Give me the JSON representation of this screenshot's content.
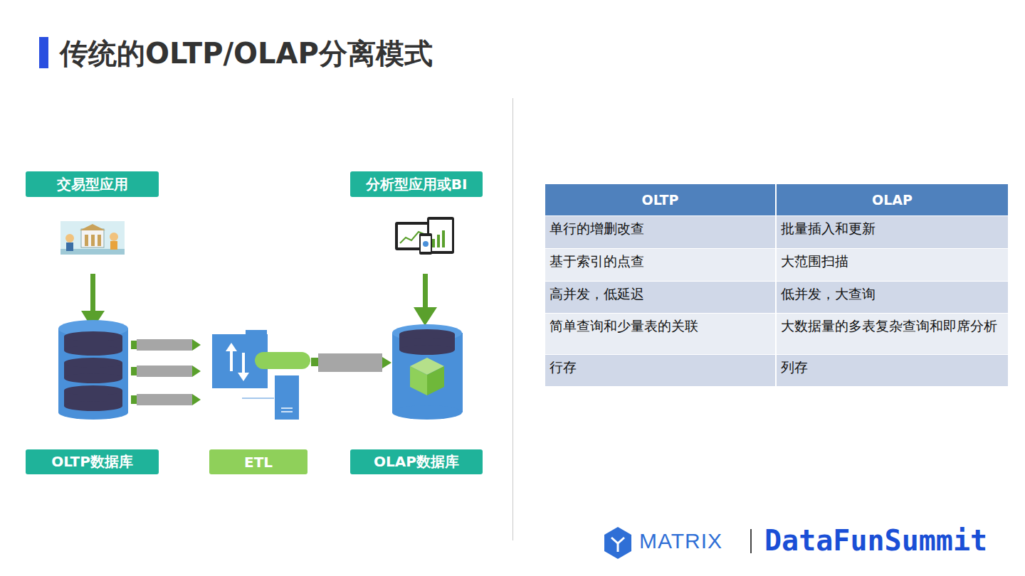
{
  "diagram": {
    "title": "传统的OLTP/OLAP分离模式",
    "nodes": [
      {
        "text": [
          "交易型应用"
        ]
      },
      {
        "text": [
          "分析型应用或BI"
        ]
      },
      {
        "text": [
          "OLTP数据库"
        ]
      },
      {
        "text": [
          "ETL"
        ]
      },
      {
        "text": [
          "OLAP数据库"
        ]
      }
    ],
    "labels": [
      "OLTP",
      "OLAP",
      "单行的增删改查",
      "批量插入和更新",
      "基于索引的点查",
      "大范围扫描",
      "高并发，低延迟",
      "低并发，大查询",
      "简单查询和少量表的关联",
      "大数据量的多表复杂查询和即席分析",
      "行存",
      "列存",
      "MATRIX",
      "DataFunSummit"
    ]
  }
}
